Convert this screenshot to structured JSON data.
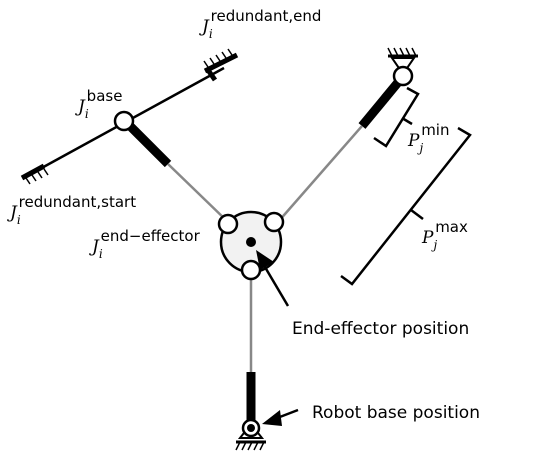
{
  "labels": {
    "j_redundant_end": {
      "base": "J",
      "sub": "i",
      "sup": "redundant,end"
    },
    "j_base": {
      "base": "J",
      "sub": "i",
      "sup": "base"
    },
    "j_redundant_start": {
      "base": "J",
      "sub": "i",
      "sup": "redundant,start"
    },
    "j_end_effector": {
      "base": "J",
      "sub": "i",
      "sup": "end−effector"
    },
    "p_min": {
      "base": "P",
      "sub": "j",
      "sup": "min"
    },
    "p_max": {
      "base": "P",
      "sub": "j",
      "sup": "max"
    },
    "end_effector_position": "End-effector position",
    "robot_base_position": "Robot base position"
  },
  "colors": {
    "link": "#000000",
    "leg": "#888888",
    "platform_fill": "#f2f2f2"
  }
}
